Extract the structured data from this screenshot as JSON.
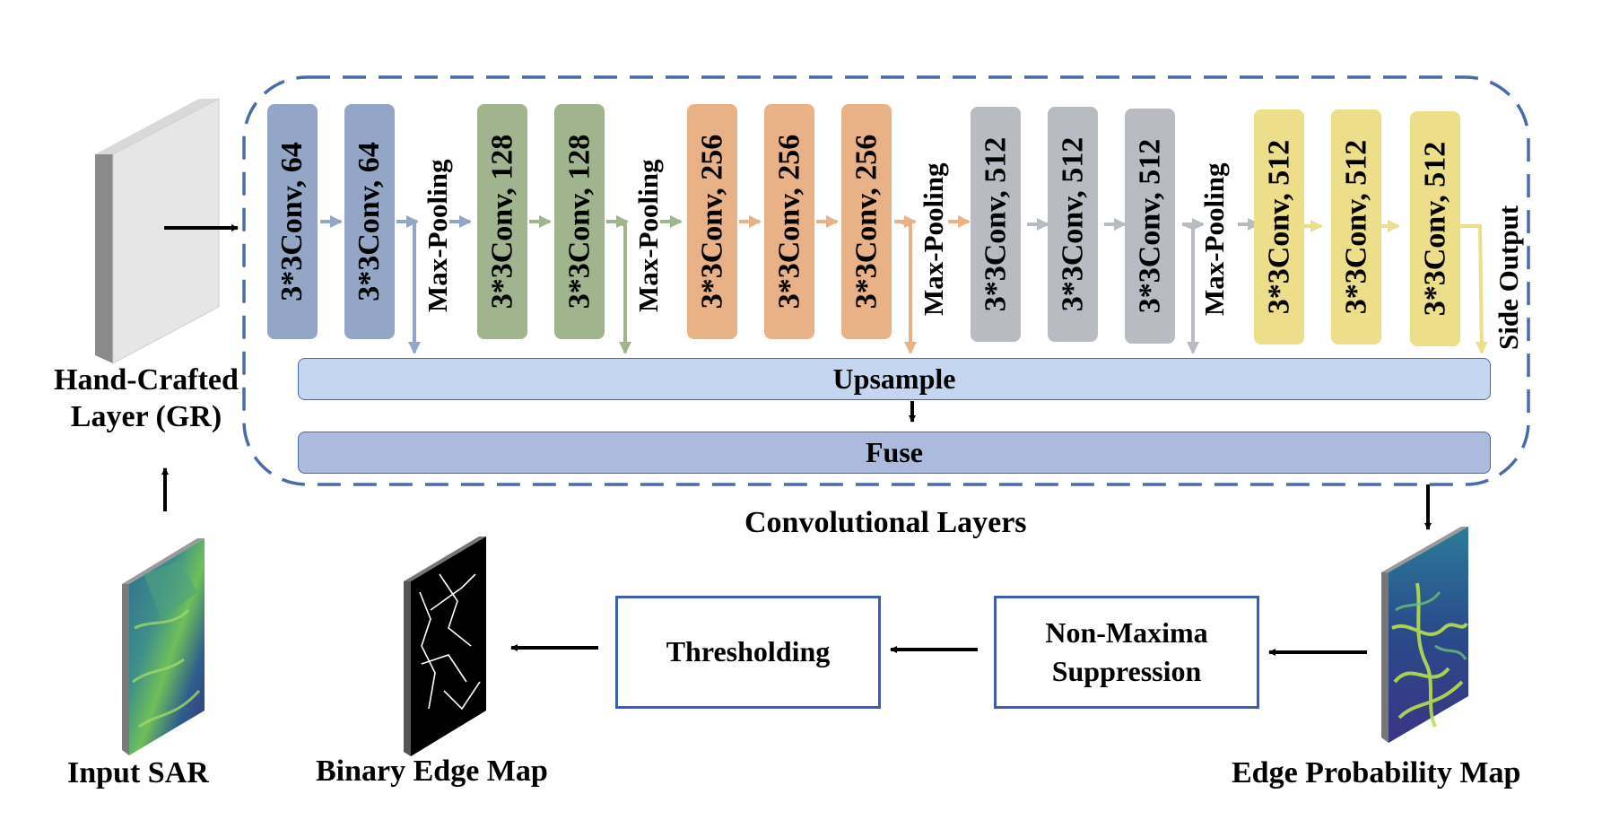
{
  "colors": {
    "blue_block": "#94a6c6",
    "green_block": "#a0b48e",
    "orange_block": "#e9b186",
    "gray_block": "#b8bcc2",
    "yellow_block": "#eddf8a",
    "upsample_bar": "#c5d6f1",
    "fuse_bar": "#acbadd",
    "dashed_frame": "#4b6aa8",
    "process_border": "#3f5db0"
  },
  "conv_blocks": [
    {
      "label": "3*3Conv, 64",
      "group": "blue"
    },
    {
      "label": "3*3Conv, 64",
      "group": "blue"
    },
    {
      "label": "3*3Conv, 128",
      "group": "green"
    },
    {
      "label": "3*3Conv, 128",
      "group": "green"
    },
    {
      "label": "3*3Conv, 256",
      "group": "orange"
    },
    {
      "label": "3*3Conv, 256",
      "group": "orange"
    },
    {
      "label": "3*3Conv, 256",
      "group": "orange"
    },
    {
      "label": "3*3Conv, 512",
      "group": "gray"
    },
    {
      "label": "3*3Conv, 512",
      "group": "gray"
    },
    {
      "label": "3*3Conv, 512",
      "group": "gray"
    },
    {
      "label": "3*3Conv, 512",
      "group": "yellow"
    },
    {
      "label": "3*3Conv, 512",
      "group": "yellow"
    },
    {
      "label": "3*3Conv, 512",
      "group": "yellow"
    }
  ],
  "max_pooling_label": "Max-Pooling",
  "side_output_label": "Side Output",
  "upsample_label": "Upsample",
  "fuse_label": "Fuse",
  "conv_layers_label": "Convolutional Layers",
  "hand_crafted_label": {
    "line1": "Hand-Crafted",
    "line2": "Layer (GR)"
  },
  "input_sar_label": "Input SAR",
  "binary_edge_map_label": "Binary Edge Map",
  "edge_probability_map_label": "Edge Probability Map",
  "thresholding_label": "Thresholding",
  "nms_label": {
    "line1": "Non-Maxima",
    "line2": "Suppression"
  }
}
